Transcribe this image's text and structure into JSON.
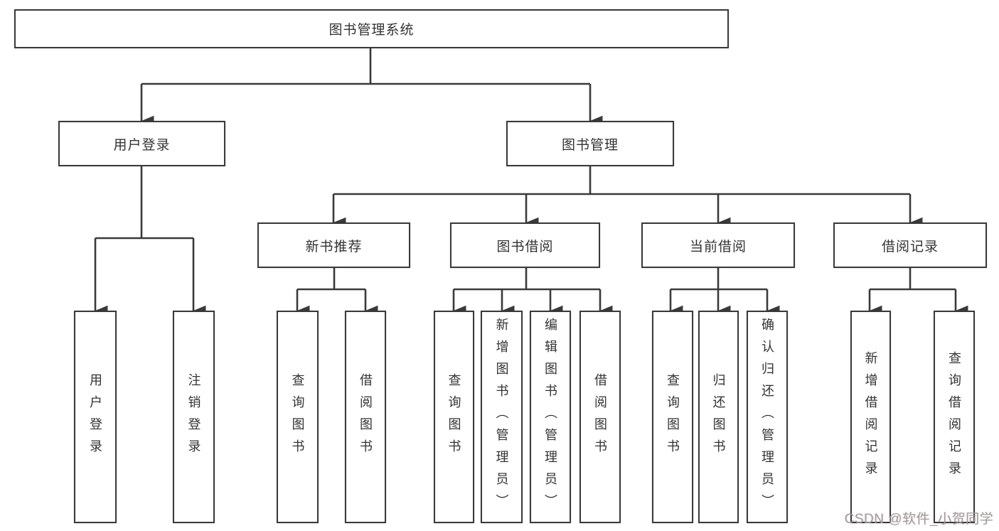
{
  "colors": {
    "line": "#3a3a3a",
    "text": "#333333",
    "watermark": "#9f9f9f"
  },
  "diagram": {
    "root": "图书管理系统",
    "level2": {
      "user_login": "用户登录",
      "book_mgmt": "图书管理"
    },
    "level3": {
      "new_books": "新书推荐",
      "book_borrow": "图书借阅",
      "current_borrow": "当前借阅",
      "borrow_records": "借阅记录"
    },
    "leaves": {
      "user": [
        "用户登录",
        "注销登录"
      ],
      "recommend": [
        "查询图书",
        "借阅图书"
      ],
      "borrow": [
        "查询图书",
        "新增图书（管理员）",
        "编辑图书（管理员）",
        "借阅图书"
      ],
      "current": [
        "查询图书",
        "归还图书",
        "确认归还（管理员）"
      ],
      "records": [
        "新增借阅记录",
        "查询借阅记录"
      ]
    }
  },
  "watermark": "CSDN @软件_小贺同学"
}
